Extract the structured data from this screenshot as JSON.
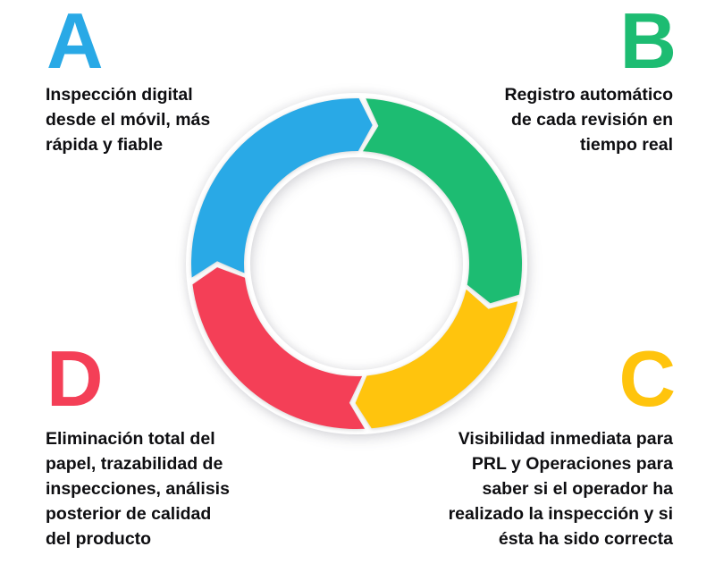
{
  "diagram": {
    "type": "cycle",
    "direction": "clockwise",
    "background_color": "#ffffff",
    "text_color": "#0e0e11",
    "items": [
      {
        "label": "A",
        "color": "#29A9E6",
        "position": "top-left",
        "text": "Inspección digital\ndesde el móvil, más\nrápida y fiable"
      },
      {
        "label": "B",
        "color": "#1DBC72",
        "position": "top-right",
        "text": "Registro automático\nde cada revisión en\ntiempo real"
      },
      {
        "label": "C",
        "color": "#FFC40D",
        "position": "bottom-right",
        "text": "Visibilidad inmediata para\nPRL y Operaciones para\nsaber si el operador ha\nrealizado la inspección y si\nésta ha sido correcta"
      },
      {
        "label": "D",
        "color": "#F43F57",
        "position": "bottom-left",
        "text": "Eliminación total del\npapel, trazabilidad de\ninspecciones, análisis\nposterior de calidad\ndel producto"
      }
    ]
  }
}
